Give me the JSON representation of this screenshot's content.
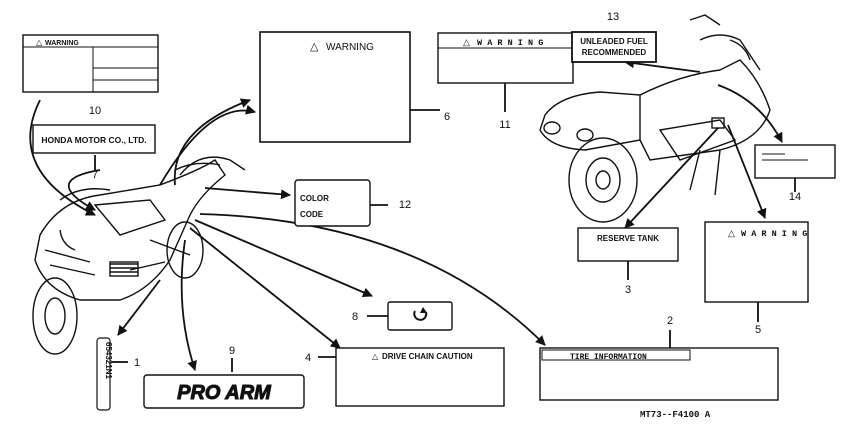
{
  "diagram_code": "MT73--F4100 A",
  "callouts": [
    "1",
    "2",
    "3",
    "4",
    "5",
    "6",
    "7",
    "8",
    "9",
    "10",
    "11",
    "12",
    "13",
    "14"
  ],
  "labels": {
    "warning": "WARNING",
    "warning_spaced": "W A R N I N G",
    "maker": "HONDA MOTOR CO., LTD.",
    "color_code_line1": "COLOR",
    "color_code_line2": "CODE",
    "unleaded_line1": "UNLEADED FUEL",
    "unleaded_line2": "RECOMMENDED",
    "reserve_tank": "RESERVE TANK",
    "drive_chain": "DRIVE CHAIN CAUTION",
    "tire_info": "TIRE    INFORMATION",
    "pro_arm": "PRO ARM",
    "gear_positions": "654321N1",
    "warning_symbol": "△"
  },
  "colors": {
    "line": "#111111",
    "background": "#ffffff"
  }
}
